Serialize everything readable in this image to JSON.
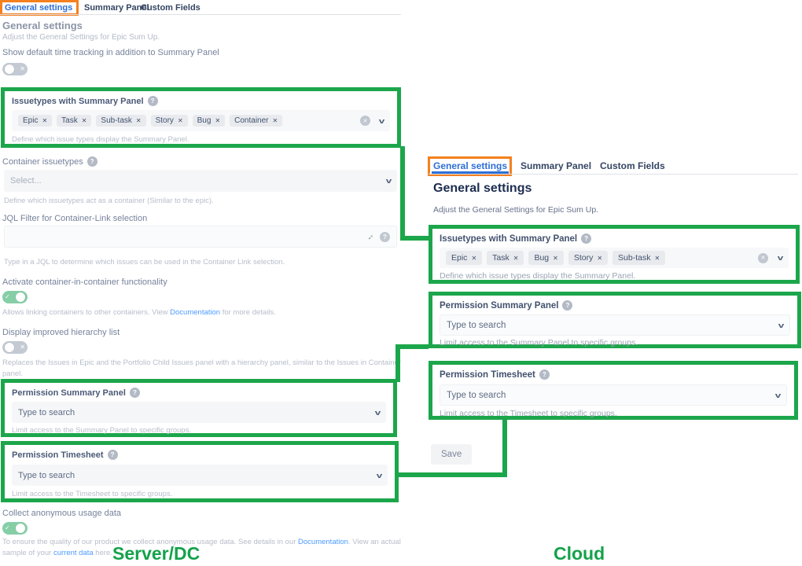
{
  "colors": {
    "annotation_green": "#1ca64b",
    "annotation_orange": "#f4801f",
    "active_tab_blue": "#2e6fd6",
    "link_blue": "#4c9aff",
    "toggle_on_green": "#86cfa6",
    "platform_label_green": "#14a24a"
  },
  "icons": {
    "help": "?",
    "chevron_down": "v",
    "clear": "✕",
    "remove": "✕",
    "check": "✓",
    "cross": "✕",
    "expand": "↔"
  },
  "server": {
    "tabs": {
      "general": "General settings",
      "summary": "Summary Panel",
      "custom": "Custom Fields"
    },
    "heading": "General settings",
    "subheading": "Adjust the General Settings for Epic Sum Up.",
    "time_tracking": {
      "label": "Show default time tracking in addition to Summary Panel",
      "state": "off"
    },
    "issuetypes": {
      "label": "Issuetypes with Summary Panel",
      "tags": [
        "Epic",
        "Task",
        "Sub-task",
        "Story",
        "Bug",
        "Container"
      ],
      "helper": "Define which issue types display the Summary Panel."
    },
    "container_issuetypes": {
      "label": "Container issuetypes",
      "placeholder": "Select...",
      "helper": "Define which issuetypes act as a container (Similar to the epic)."
    },
    "jql": {
      "label": "JQL Filter for Container-Link selection",
      "value": "",
      "helper": "Type in a JQL to determine which issues can be used in the Container Link selection."
    },
    "container_in_container": {
      "label": "Activate container-in-container functionality",
      "state": "on",
      "helper_pre": "Allows linking containers to other containers. View ",
      "link": "Documentation",
      "helper_post": " for more details."
    },
    "hierarchy": {
      "label": "Display improved hierarchy list",
      "state": "off",
      "helper": "Replaces the Issues in Epic and the Portfolio Child Issues panel with a hierarchy panel, similar to the Issues in Container panel."
    },
    "perm_summary": {
      "label": "Permission Summary Panel",
      "placeholder": "Type to search",
      "helper": "Limit access to the Summary Panel to specific groups."
    },
    "perm_timesheet": {
      "label": "Permission Timesheet",
      "placeholder": "Type to search",
      "helper": "Limit access to the Timesheet to specific groups."
    },
    "usage": {
      "label": "Collect anonymous usage data",
      "state": "on",
      "helper_pre": "To ensure the quality of our product we collect anonymous usage data. See details in our ",
      "link1": "Documentation",
      "helper_mid": ". View an actual sample of your ",
      "link2": "current data",
      "helper_post": " here."
    },
    "footer_label": "Server/DC"
  },
  "cloud": {
    "tabs": {
      "general": "General settings",
      "summary": "Summary Panel",
      "custom": "Custom Fields"
    },
    "heading": "General settings",
    "subheading": "Adjust the General Settings for Epic Sum Up.",
    "issuetypes": {
      "label": "Issuetypes with Summary Panel",
      "tags": [
        "Epic",
        "Task",
        "Bug",
        "Story",
        "Sub-task"
      ],
      "helper": "Define which issue types display the Summary Panel."
    },
    "perm_summary": {
      "label": "Permission Summary Panel",
      "placeholder": "Type to search",
      "helper": "Limit access to the Summary Panel to specific groups."
    },
    "perm_timesheet": {
      "label": "Permission Timesheet",
      "placeholder": "Type to search",
      "helper": "Limit access to the Timesheet to specific groups."
    },
    "save_label": "Save",
    "footer_label": "Cloud"
  }
}
